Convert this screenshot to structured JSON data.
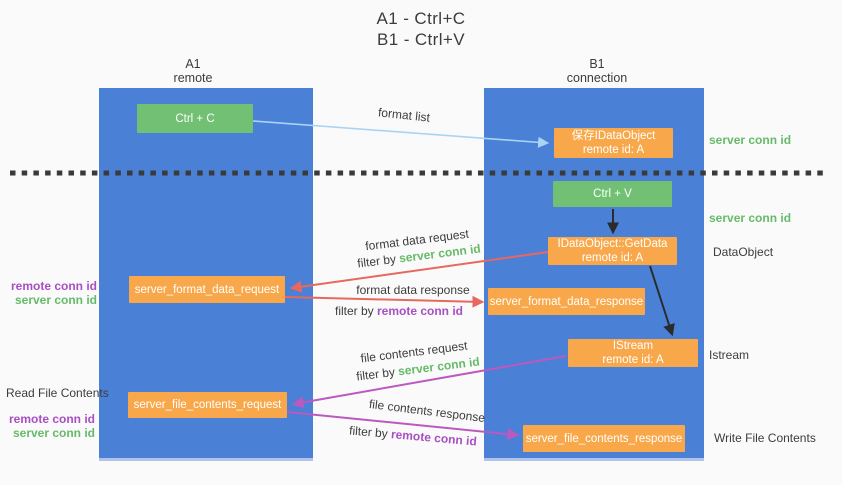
{
  "title": {
    "line1": "A1 - Ctrl+C",
    "line2": "B1 - Ctrl+V"
  },
  "lanes": {
    "left": {
      "name": "A1",
      "subtitle": "remote"
    },
    "right": {
      "name": "B1",
      "subtitle": "connection"
    }
  },
  "nodes": {
    "ctrl_c": {
      "label": "Ctrl + C"
    },
    "save_idataobject": {
      "line1": "保存IDataObject",
      "line2": "remote id: A"
    },
    "ctrl_v": {
      "label": "Ctrl + V"
    },
    "getdata": {
      "line1": "IDataObject::GetData",
      "line2": "remote id: A"
    },
    "format_request": {
      "label": "server_format_data_request"
    },
    "format_response": {
      "label": "server_format_data_response"
    },
    "istream": {
      "line1": "IStream",
      "line2": "remote id: A"
    },
    "file_request": {
      "label": "server_file_contents_request"
    },
    "file_response": {
      "label": "server_file_contents_response"
    }
  },
  "flow_labels": {
    "format_list": "format list",
    "format_data_request": "format data request",
    "format_data_response": "format data response",
    "file_contents_request": "file contents request",
    "file_contents_response": "file contents response",
    "filter_by": "filter by ",
    "server_conn_id": "server conn id",
    "remote_conn_id": "remote conn id"
  },
  "side_labels": {
    "server_conn_id_top": "server conn id",
    "server_conn_id_mid": "server conn id",
    "data_object": "DataObject",
    "istream": "Istream",
    "write_file_contents": "Write File Contents",
    "read_file_contents": "Read File Contents",
    "remote_conn_id_format": "remote conn id",
    "server_conn_id_format": "server conn id",
    "remote_conn_id_file": "remote conn id",
    "server_conn_id_file": "server conn id"
  },
  "colors": {
    "lane_blue": "#4a80d6",
    "node_green": "#71c073",
    "node_orange": "#f8a84a",
    "arrow_blue": "#a9d4f3",
    "arrow_red": "#e8685f",
    "arrow_magenta": "#bc59c0",
    "arrow_black": "#2b2b2b",
    "dotted_line": "#3a3a3a",
    "label_green": "#66bb6a",
    "label_purple": "#a94fc4",
    "text_dark": "#3d3d3d",
    "background": "#fafafa"
  }
}
